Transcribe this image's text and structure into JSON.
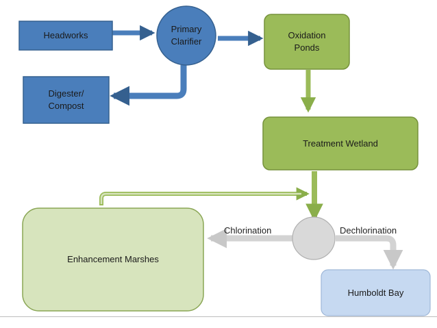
{
  "nodes": {
    "headworks": {
      "label": "Headworks"
    },
    "primary_clarifier": {
      "label": "Primary\nClarifier"
    },
    "digester_compost": {
      "label": "Digester/\nCompost"
    },
    "oxidation_ponds": {
      "label": "Oxidation\nPonds"
    },
    "treatment_wetland": {
      "label": "Treatment Wetland"
    },
    "enhancement_marshes": {
      "label": "Enhancement Marshes"
    },
    "humboldt_bay": {
      "label": "Humboldt Bay"
    }
  },
  "edges": {
    "chlorination": {
      "label": "Chlorination"
    },
    "dechlorination": {
      "label": "Dechlorination"
    }
  },
  "colors": {
    "blue_fill": "#4a7ebb",
    "blue_stroke": "#35608f",
    "green_fill": "#9bbb59",
    "green_stroke": "#76923c",
    "light_green_fill": "#d7e4bd",
    "light_green_stroke": "#8aa655",
    "gray_fill": "#d9d9d9",
    "gray_stroke": "#b0b0b0",
    "light_blue_fill": "#c6d9f1",
    "light_blue_stroke": "#9fb8d8"
  }
}
